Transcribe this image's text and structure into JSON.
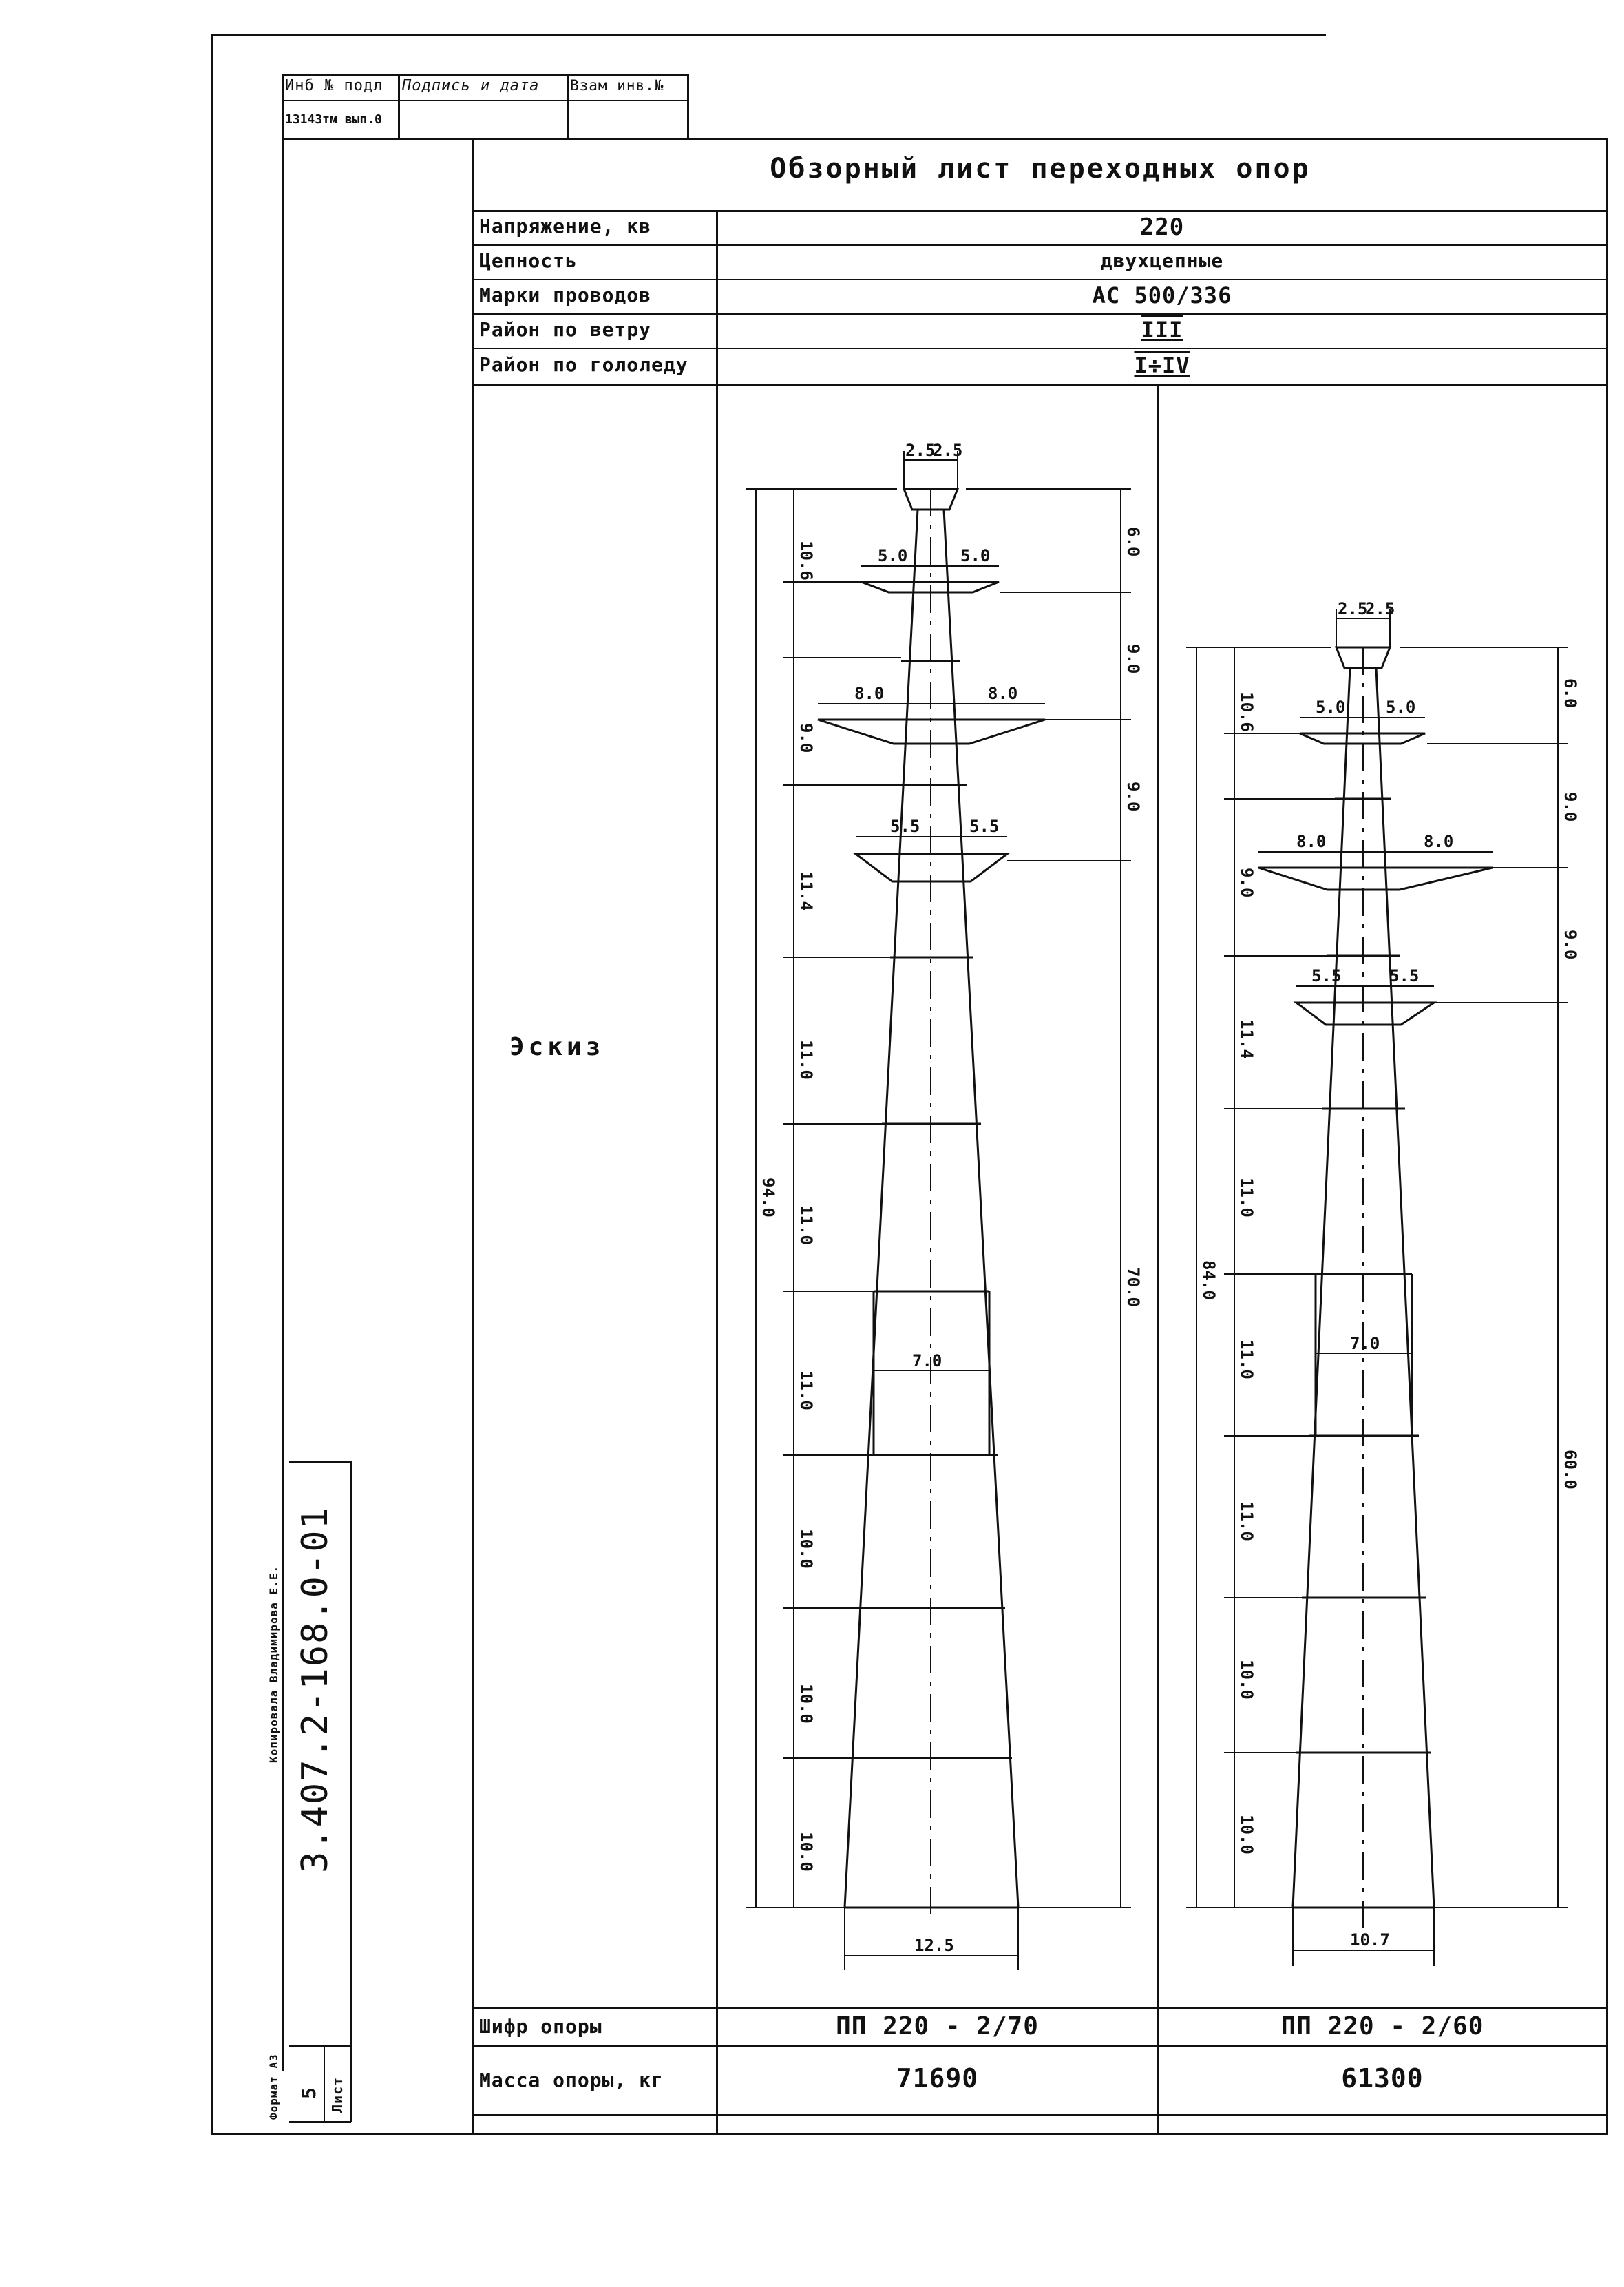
{
  "stamp": {
    "inv_podl": "Инб № подл",
    "podpis_data": "Подпись и дата",
    "vzam_inv": "Взам инв.№",
    "inv_value": "13143тм вып.0"
  },
  "title": "Обзорный лист переходных опор",
  "params": [
    {
      "label": "Напряжение, кв",
      "value": "220"
    },
    {
      "label": "Цепность",
      "value": "двухцепные"
    },
    {
      "label": "Марки проводов",
      "value": "АС 500/336"
    },
    {
      "label": "Район по ветру",
      "value": "III"
    },
    {
      "label": "Район по гололеду",
      "value": "I÷IV"
    }
  ],
  "sketch_label": "Эскиз",
  "tower1": {
    "top": [
      "2.5",
      "2.5"
    ],
    "arm1": [
      "5.0",
      "5.0"
    ],
    "arm2": [
      "8.0",
      "8.0"
    ],
    "arm3": [
      "5.5",
      "5.5"
    ],
    "mid_width": "7.0",
    "base": "12.5",
    "left_dims": [
      "10.6",
      "9.0",
      "11.4",
      "11.0",
      "11.0",
      "11.0",
      "10.0",
      "10.0",
      "10.0"
    ],
    "total": "94.0",
    "right_dims": [
      "6.0",
      "9.0",
      "9.0"
    ],
    "right_total": "70.0"
  },
  "tower2": {
    "top": [
      "2.5",
      "2.5"
    ],
    "arm1": [
      "5.0",
      "5.0"
    ],
    "arm2": [
      "8.0",
      "8.0"
    ],
    "arm3": [
      "5.5",
      "5.5"
    ],
    "mid_width": "7.0",
    "base": "10.7",
    "left_dims": [
      "10.6",
      "9.0",
      "11.4",
      "11.0",
      "11.0",
      "11.0",
      "10.0",
      "10.0"
    ],
    "total": "84.0",
    "right_dims": [
      "6.0",
      "9.0",
      "9.0"
    ],
    "right_total": "60.0"
  },
  "code_label": "Шифр опоры",
  "codes": [
    "ПП 220 - 2/70",
    "ПП 220 - 2/60"
  ],
  "mass_label": "Масса опоры, кг",
  "masses": [
    "71690",
    "61300"
  ],
  "doc_number": "3.407.2-168.0-01",
  "copied_by": "Копировала Владимирова Е.Е.",
  "format": "Формат А3",
  "sheet_label": "Лист",
  "sheet_number": "5"
}
